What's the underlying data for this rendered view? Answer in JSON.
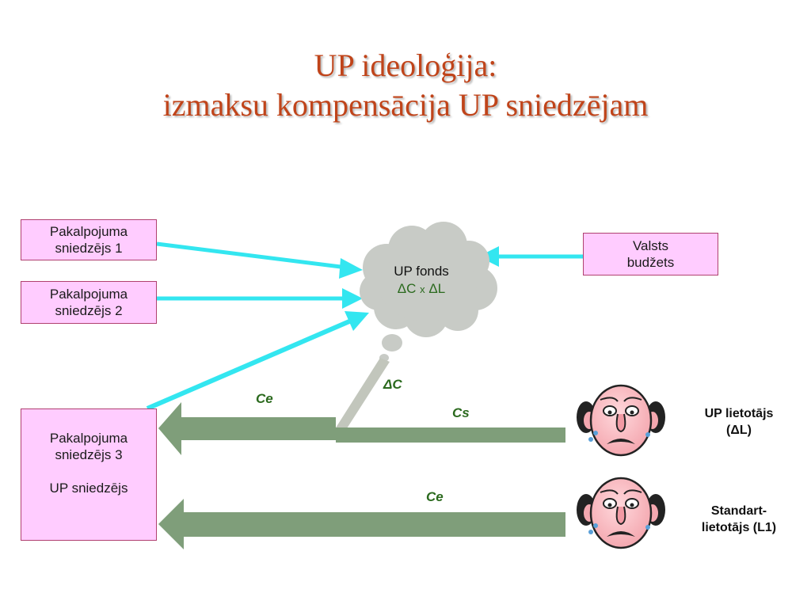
{
  "title": {
    "line1": "UP ideoloģija:",
    "line2": "izmaksu kompensācija UP sniedzējam"
  },
  "providers": {
    "p1": [
      "Pakalpojuma",
      "sniedzējs 1"
    ],
    "p2": [
      "Pakalpojuma",
      "sniedzējs 2"
    ],
    "p3": [
      "Pakalpojuma",
      "sniedzējs 3",
      "UP sniedzējs"
    ]
  },
  "budget": [
    "Valsts",
    "budžets"
  ],
  "fund": {
    "name": "UP fonds",
    "formula_a": "ΔC",
    "formula_x": "x",
    "formula_b": "ΔL"
  },
  "flow_labels": {
    "delta_c": "ΔC",
    "ce_top": "Ce",
    "cs": "Cs",
    "ce_bottom": "Ce"
  },
  "users": {
    "up_user": [
      "UP lietotājs",
      "(ΔL)"
    ],
    "standard_user": [
      "Standart-",
      "lietotājs (L1)"
    ]
  },
  "colors": {
    "title": "#c0441a",
    "box_fill": "#ffccff",
    "cyan_arrow": "#33e6f0",
    "green_arrow": "#7f9e7a",
    "cloud": "#c8cbc6",
    "label_green": "#2b6a1e"
  }
}
